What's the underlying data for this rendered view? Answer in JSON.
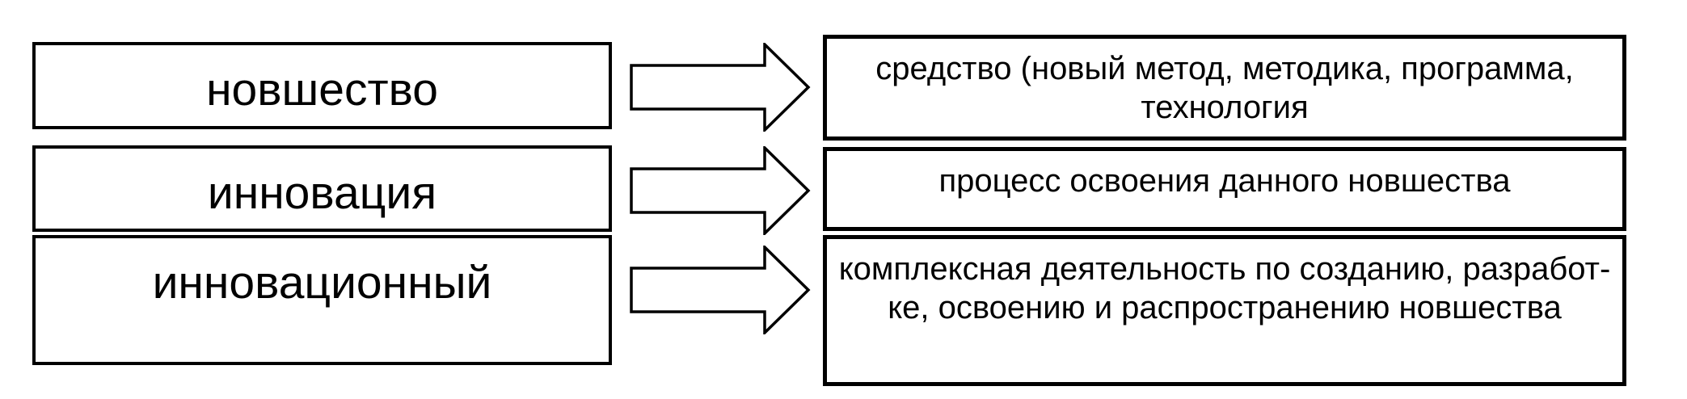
{
  "figure": {
    "type": "diagram",
    "description_of_structure": "three term boxes with block arrows pointing to definition boxes",
    "colors": {
      "background": "#ffffff",
      "border": "#000000",
      "text": "#000000",
      "arrow_fill": "#ffffff",
      "arrow_outline": "#000000"
    },
    "rows": [
      {
        "term": "новшество",
        "definition_lines": {
          "0": "средство (новый метод, методика, программа,",
          "1": "технология"
        }
      },
      {
        "term": "инновация",
        "definition_lines": {
          "0": "процесс освоения данного новшества",
          "1": ""
        }
      },
      {
        "term": "инновационный",
        "definition_lines": {
          "0": "комплексная деятельность по созданию, разработ-",
          "1": "ке, освоению и распространению новшества"
        }
      }
    ]
  }
}
